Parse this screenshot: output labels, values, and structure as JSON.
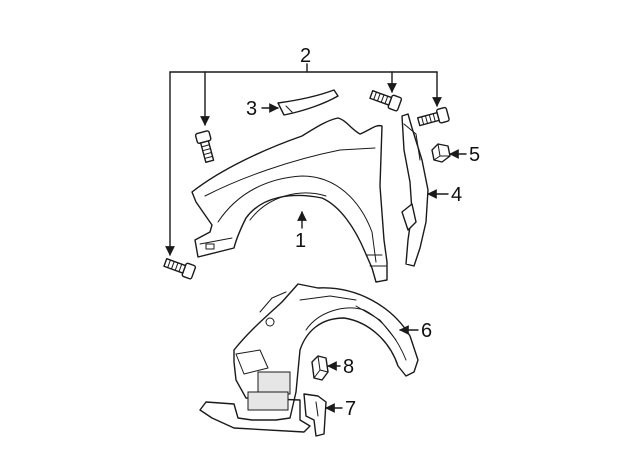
{
  "callouts": [
    {
      "id": "1",
      "text": "1"
    },
    {
      "id": "2",
      "text": "2"
    },
    {
      "id": "3",
      "text": "3"
    },
    {
      "id": "4",
      "text": "4"
    },
    {
      "id": "5",
      "text": "5"
    },
    {
      "id": "6",
      "text": "6"
    },
    {
      "id": "7",
      "text": "7"
    },
    {
      "id": "8",
      "text": "8"
    }
  ],
  "colors": {
    "line": "#1a1a1a",
    "background": "#ffffff"
  },
  "icons": [
    "bolt-icon",
    "clip-icon",
    "arrow-icon"
  ]
}
